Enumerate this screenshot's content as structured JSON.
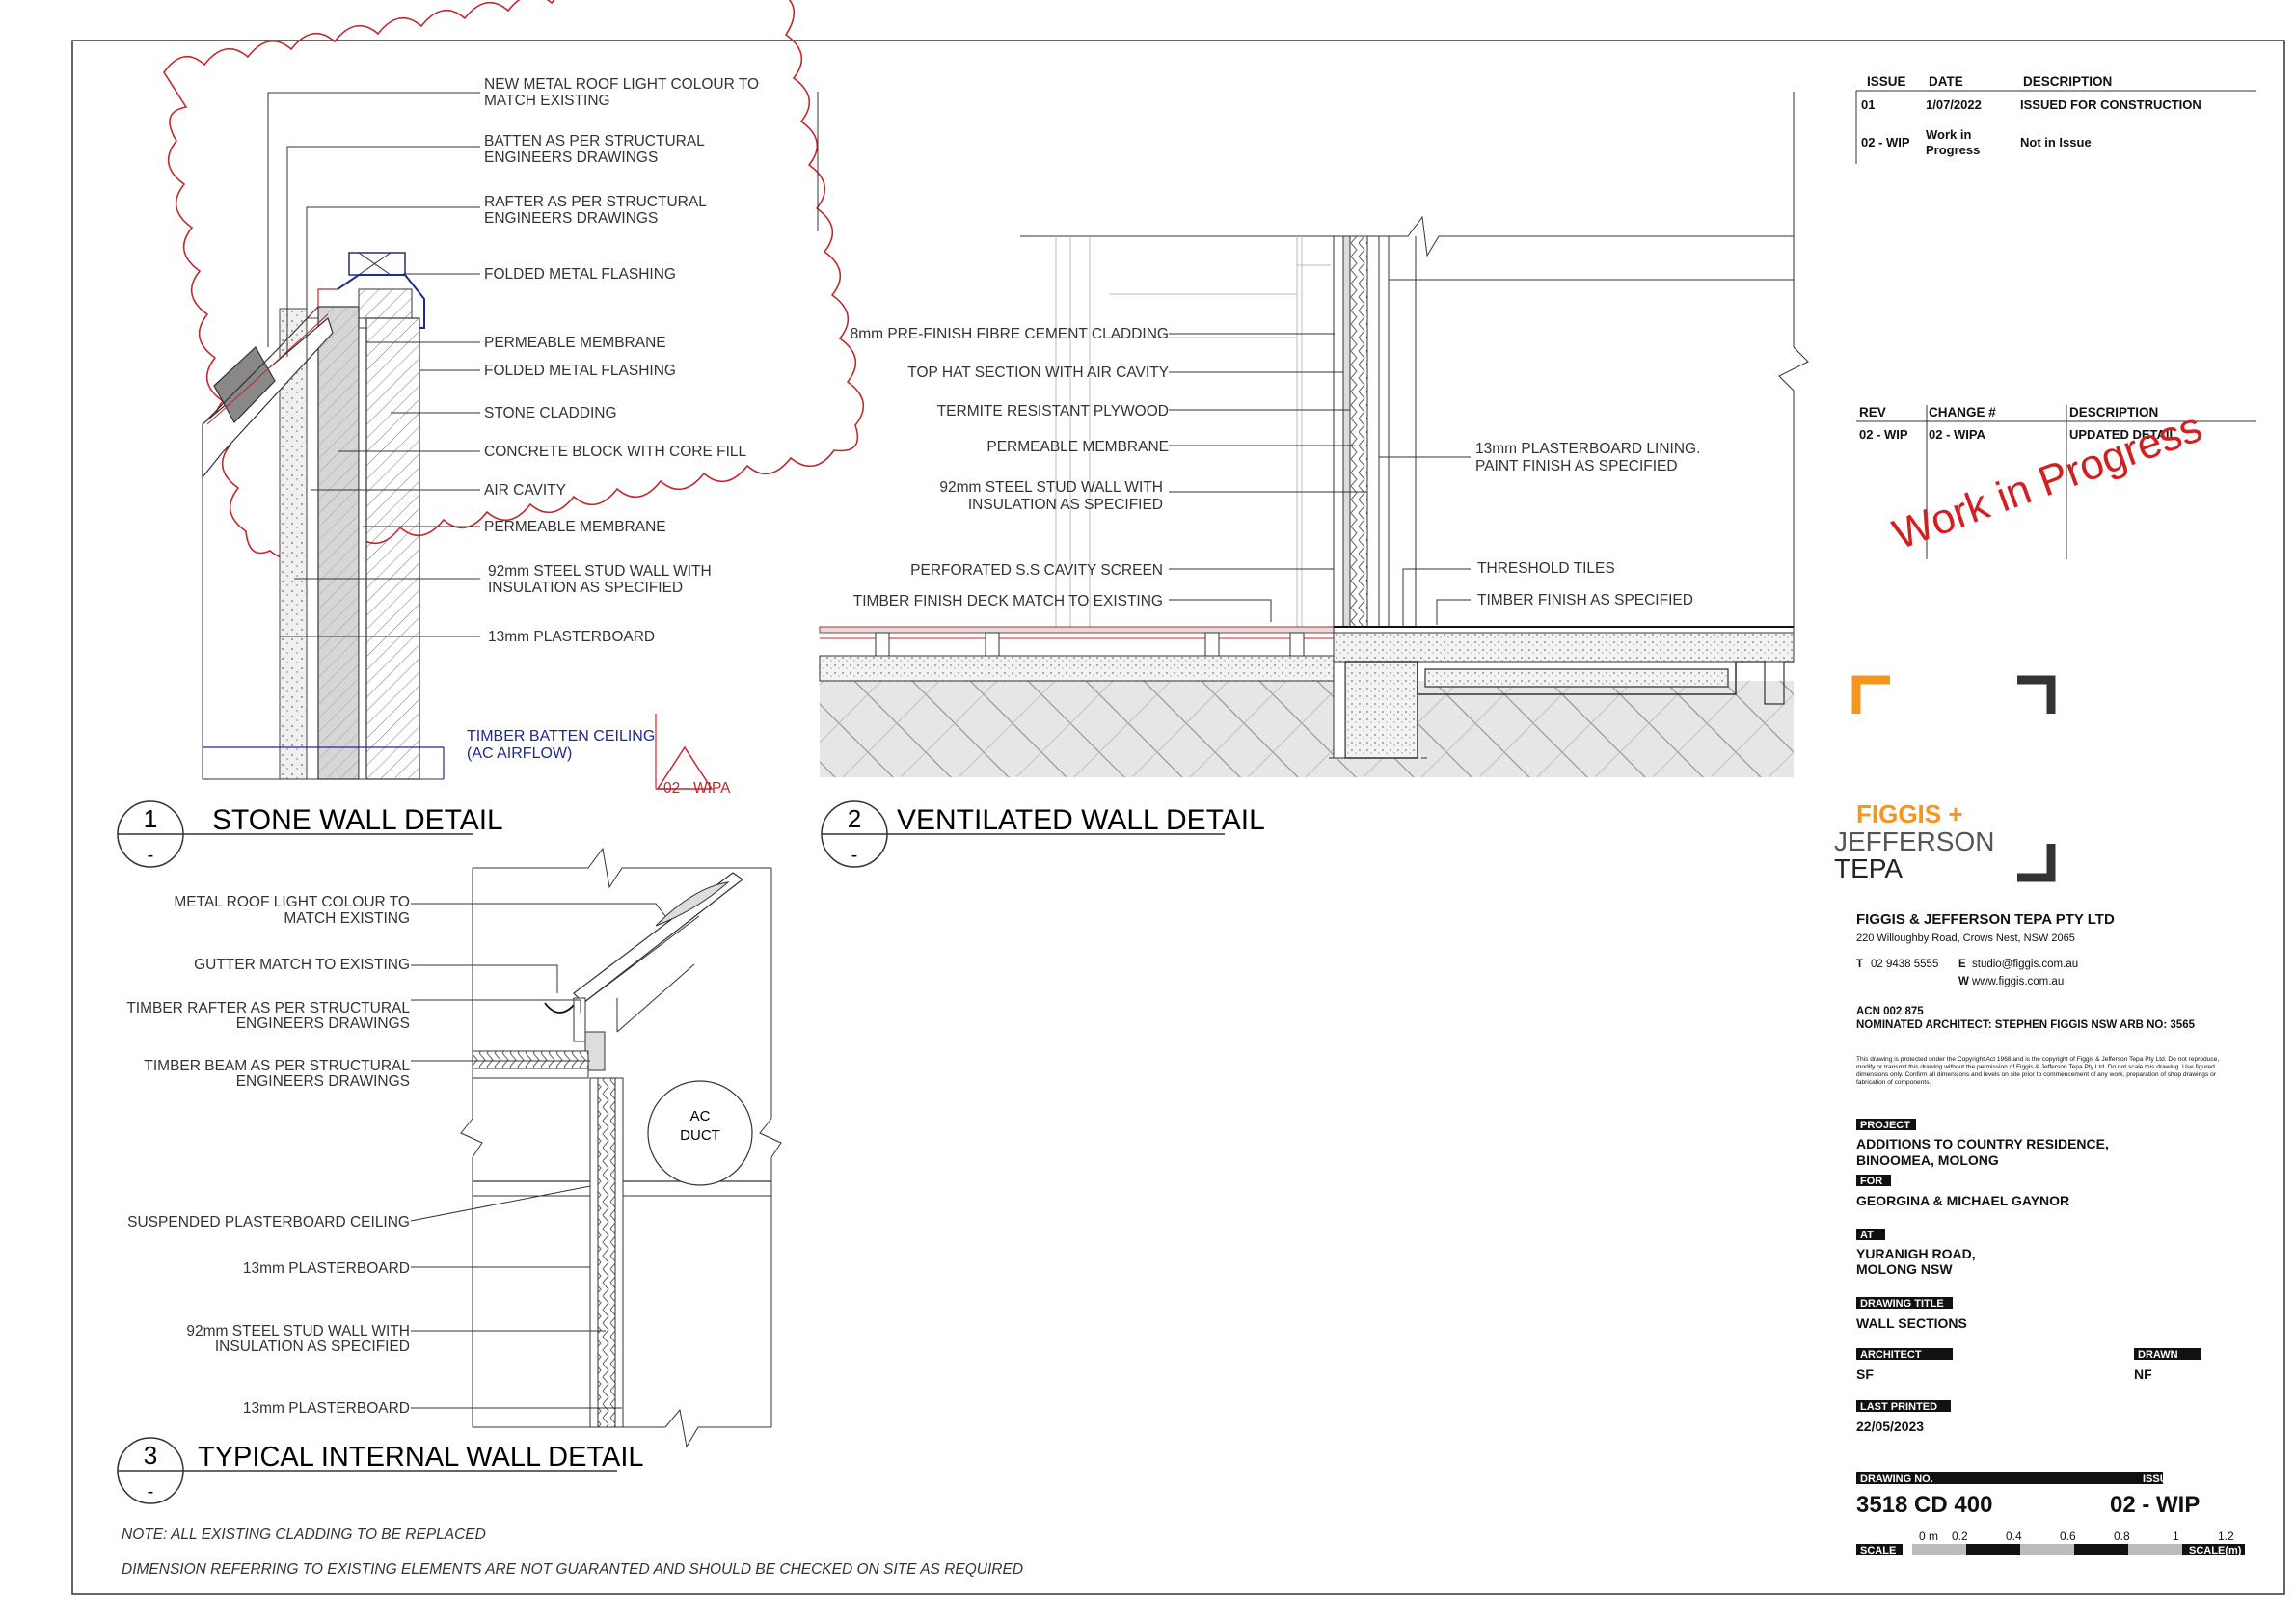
{
  "detail1": {
    "number": "1",
    "sub": "-",
    "title": "STONE WALL DETAIL",
    "labels": [
      "NEW METAL ROOF LIGHT COLOUR TO",
      "MATCH EXISTING",
      "BATTEN AS PER STRUCTURAL",
      "ENGINEERS DRAWINGS",
      "RAFTER AS PER STRUCTURAL",
      "ENGINEERS DRAWINGS",
      "FOLDED METAL FLASHING",
      "PERMEABLE MEMBRANE",
      "FOLDED METAL FLASHING",
      "STONE CLADDING",
      "CONCRETE BLOCK WITH CORE FILL",
      "AIR CAVITY",
      "PERMEABLE MEMBRANE",
      "92mm STEEL STUD WALL WITH",
      "INSULATION AS SPECIFIED",
      "13mm PLASTERBOARD"
    ],
    "ceiling_note_1": "TIMBER BATTEN CEILING",
    "ceiling_note_2": "(AC AIRFLOW)",
    "revision_tag": "02 - WIPA"
  },
  "detail2": {
    "number": "2",
    "sub": "-",
    "title": "VENTILATED WALL DETAIL",
    "labels_left": [
      "8mm PRE-FINISH FIBRE CEMENT CLADDING",
      "TOP HAT SECTION WITH AIR CAVITY",
      "TERMITE RESISTANT PLYWOOD",
      "PERMEABLE MEMBRANE",
      "92mm STEEL STUD WALL WITH",
      "INSULATION AS SPECIFIED",
      "PERFORATED S.S CAVITY SCREEN",
      "TIMBER FINISH DECK MATCH TO EXISTING"
    ],
    "labels_right": [
      "13mm PLASTERBOARD LINING.",
      "PAINT FINISH AS SPECIFIED",
      "THRESHOLD TILES",
      "TIMBER FINISH AS SPECIFIED"
    ]
  },
  "detail3": {
    "number": "3",
    "sub": "-",
    "title": "TYPICAL INTERNAL  WALL DETAIL",
    "labels": [
      "METAL ROOF LIGHT COLOUR TO",
      "MATCH EXISTING",
      "GUTTER MATCH TO EXISTING",
      "TIMBER RAFTER AS PER STRUCTURAL",
      "ENGINEERS DRAWINGS",
      "TIMBER BEAM AS PER STRUCTURAL",
      "ENGINEERS DRAWINGS",
      "SUSPENDED PLASTERBOARD CEILING",
      "13mm PLASTERBOARD",
      "92mm STEEL STUD WALL WITH",
      "INSULATION AS SPECIFIED",
      "13mm PLASTERBOARD"
    ],
    "duct_1": "AC",
    "duct_2": "DUCT"
  },
  "notes": {
    "note1": "NOTE: ALL EXISTING CLADDING TO BE REPLACED",
    "note2": "DIMENSION REFERRING TO EXISTING ELEMENTS ARE NOT GUARANTED AND SHOULD BE CHECKED ON SITE AS REQUIRED"
  },
  "issue_table": {
    "headers": [
      "ISSUE",
      "DATE",
      "DESCRIPTION"
    ],
    "rows": [
      {
        "issue": "01",
        "date": "1/07/2022",
        "date2": "",
        "description": "ISSUED FOR CONSTRUCTION"
      },
      {
        "issue": "02 - WIP",
        "date": "Work in",
        "date2": "Progress",
        "description": "Not in Issue"
      }
    ]
  },
  "rev_table": {
    "headers": [
      "REV",
      "CHANGE #",
      "DESCRIPTION"
    ],
    "row": {
      "rev": "02 - WIP",
      "change": "02 - WIPA",
      "description": "UPDATED DETAIL"
    }
  },
  "stamp": "Work in Progress",
  "logo": {
    "line1": "FIGGIS +",
    "line2": "JEFFERSON",
    "line3": "TEPA",
    "accent": "#f7941d"
  },
  "company": {
    "name": "FIGGIS & JEFFERSON TEPA PTY LTD",
    "address": "220 Willoughby Road, Crows Nest, NSW 2065",
    "phone_label": "T",
    "phone": "02 9438 5555",
    "email_label": "E",
    "email": "studio@figgis.com.au",
    "web_label": "W",
    "web": "www.figgis.com.au",
    "acn": "ACN 002 875",
    "architect_line": "NOMINATED ARCHITECT: STEPHEN FIGGIS NSW ARB NO: 3565",
    "disclaimer": [
      "This drawing is protected under the Copyright Act 1968 and is the copyright of Figgis & Jefferson Tepa Pty Ltd. Do not reproduce,",
      "modify or transmit this drawing without the permission of Figgis & Jefferson Tepa Pty Ltd. Do not scale this drawing. Use figured",
      "dimensions only. Confirm all dimensions and levels on site prior to commencement of any work, preparation of shop drawings or",
      "fabrication of components."
    ]
  },
  "title_block": {
    "project_label": "PROJECT",
    "project_1": "ADDITIONS TO COUNTRY RESIDENCE,",
    "project_2": "BINOOMEA, MOLONG",
    "for_label": "FOR",
    "client": "GEORGINA & MICHAEL GAYNOR",
    "at_label": "AT",
    "at_1": "YURANIGH ROAD,",
    "at_2": "MOLONG NSW",
    "title_label": "DRAWING TITLE",
    "title": "WALL SECTIONS",
    "architect_label": "ARCHITECT",
    "architect": "SF",
    "drawn_label": "DRAWN",
    "drawn": "NF",
    "printed_label": "LAST PRINTED",
    "printed": "22/05/2023",
    "drawing_no_label": "DRAWING NO.",
    "drawing_no": "3518  CD   400",
    "issue_label": "ISSUE",
    "issue": "02 - WIP",
    "scale_label": "SCALE",
    "scale_unit": "SCALE(m)",
    "scale_ticks": [
      "0 m",
      "0.2",
      "0.4",
      "0.6",
      "0.8",
      "1",
      "1.2"
    ]
  },
  "colors": {
    "cloud": "#c0282d",
    "annotation_blue": "#1f2a8f",
    "stamp": "#d22020",
    "line": "#222222"
  }
}
